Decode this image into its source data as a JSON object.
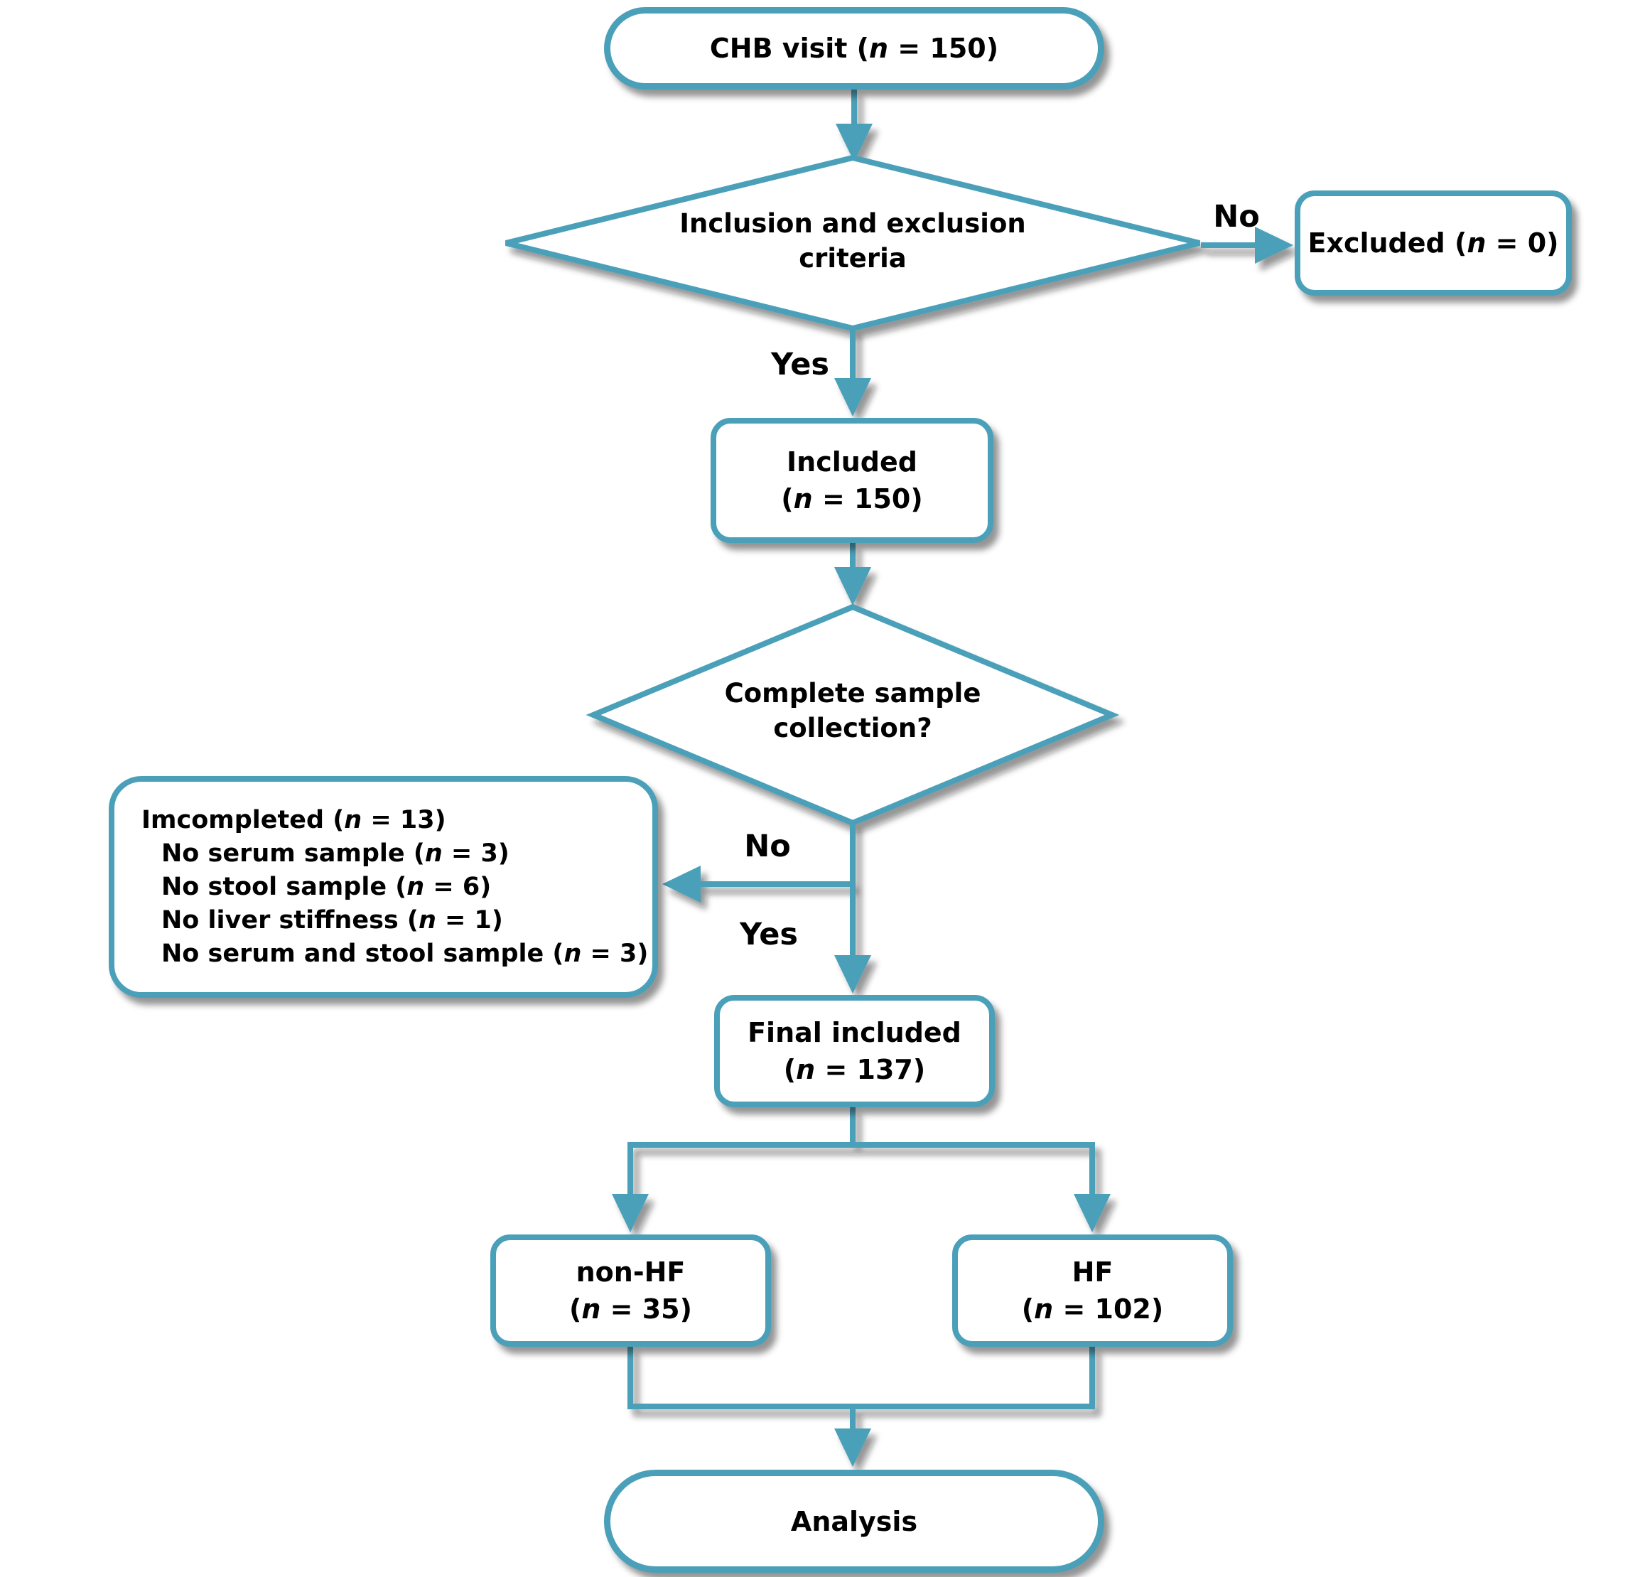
{
  "colors": {
    "stroke": "#4BA0B9",
    "text": "#000000",
    "node_fill": "#FFFFFF",
    "shadow": "rgba(20,20,20,0.45)"
  },
  "nodes": {
    "chb_visit": {
      "text": "CHB visit (n = 150)"
    },
    "criteria_decision": {
      "line1": "Inclusion and exclusion",
      "line2": "criteria"
    },
    "excluded": {
      "text": "Excluded (n = 0)"
    },
    "included": {
      "line1": "Included",
      "line2": "(n = 150)"
    },
    "collection_decision": {
      "line1": "Complete sample",
      "line2": "collection?"
    },
    "incompleted": {
      "title": "Imcompleted (n = 13)",
      "items": [
        "No serum sample (n = 3)",
        "No stool sample (n = 6)",
        "No liver stiffness (n = 1)",
        "No serum and stool sample (n = 3)"
      ]
    },
    "final_included": {
      "line1": "Final included",
      "line2": "(n = 137)"
    },
    "non_hf": {
      "line1": "non-HF",
      "line2": "(n = 35)"
    },
    "hf": {
      "line1": "HF",
      "line2": "(n = 102)"
    },
    "analysis": {
      "text": "Analysis"
    }
  },
  "edge_labels": {
    "criteria_no": "No",
    "criteria_yes": "Yes",
    "collection_no": "No",
    "collection_yes": "Yes"
  }
}
